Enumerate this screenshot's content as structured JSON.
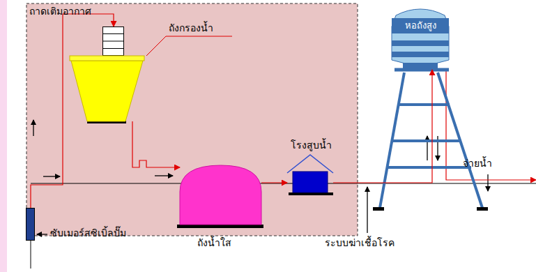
{
  "diagram": {
    "nodes": [
      {
        "text": [
          "ซับเมอร์สซิเบิ้ลปั๊ม"
        ]
      },
      {
        "text": [
          "ถาดเติมอากาศ"
        ]
      },
      {
        "text": [
          "ถังกรองน้ำ"
        ]
      },
      {
        "text": [
          "ถังน้ำใส"
        ]
      },
      {
        "text": [
          "โรงสูบน้ำ"
        ]
      },
      {
        "text": [
          "หอถังสูง"
        ]
      }
    ],
    "edges": [
      {
        "from": 0,
        "to": 1,
        "arrow": "to"
      },
      {
        "from": 2,
        "to": 3,
        "arrow": "to"
      },
      {
        "from": 3,
        "to": 4,
        "arrow": "to"
      },
      {
        "from": 4,
        "to": 5,
        "arrow": "to"
      }
    ],
    "labels": [
      "จ่ายน้ำ",
      "ระบบฆ่าเชื้อโรค"
    ]
  }
}
